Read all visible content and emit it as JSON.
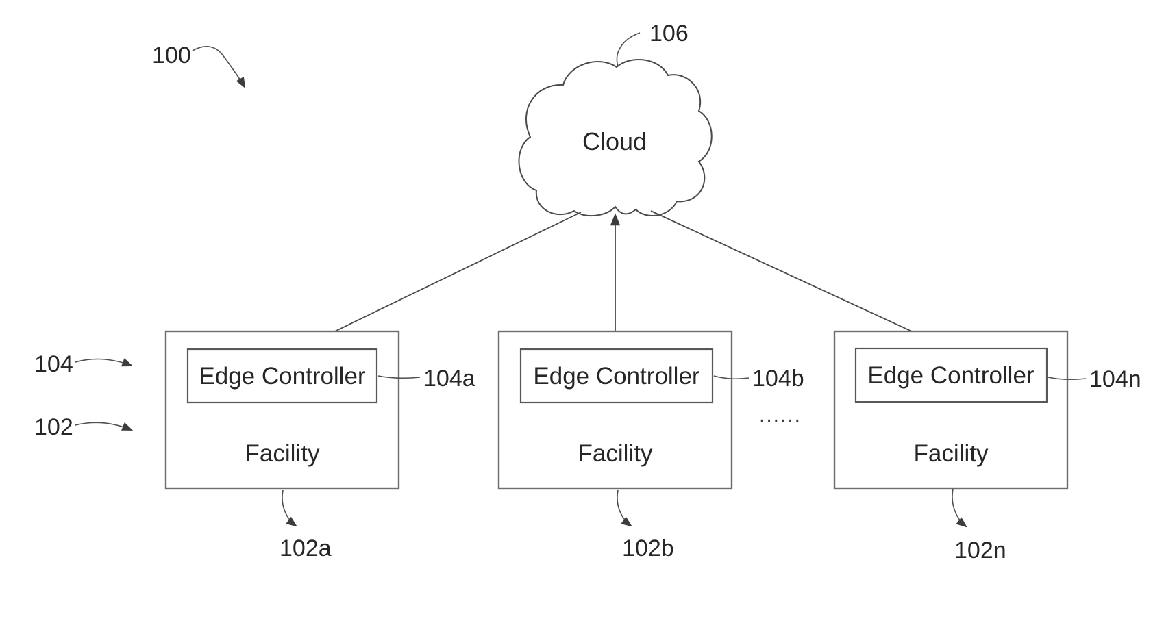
{
  "figure": {
    "background": "#ffffff",
    "line_color": "#4a4a4a",
    "text_color": "#262626"
  },
  "cloud": {
    "label": "Cloud",
    "ref": "106"
  },
  "refs": {
    "system": "100",
    "edge_controllers_group": "104",
    "facilities_group": "102"
  },
  "ellipsis": "......",
  "facilities": [
    {
      "label": "Facility",
      "ref": "102a",
      "controller": {
        "label": "Edge Controller",
        "ref": "104a"
      }
    },
    {
      "label": "Facility",
      "ref": "102b",
      "controller": {
        "label": "Edge Controller",
        "ref": "104b"
      }
    },
    {
      "label": "Facility",
      "ref": "102n",
      "controller": {
        "label": "Edge Controller",
        "ref": "104n"
      }
    }
  ]
}
